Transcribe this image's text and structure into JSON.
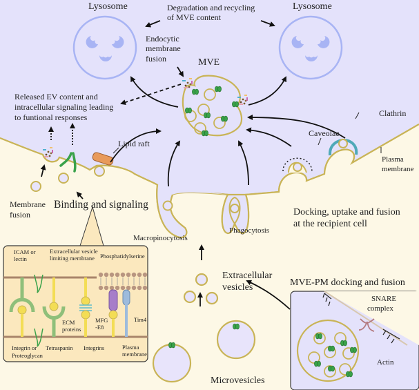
{
  "colors": {
    "cytoplasm": "#e4e2fb",
    "extracellular": "#fdf8e6",
    "membrane": "#c9b457",
    "lysosome": "#a8b4f4",
    "vesicle_fill": "#e8e4fb",
    "protein_green": "#3aa24a",
    "inset_bg": "#fbe8be",
    "lipid_raft": "#e89a5a",
    "clathrin": "#4fa9b8",
    "mfg_e8": "#a77ec9",
    "tim4": "#9dbbdc",
    "integrin_yellow": "#f3dd55",
    "icam_green": "#8fbf7a",
    "arrow": "#111111"
  },
  "labels": {
    "lysosome_left": "Lysosome",
    "lysosome_right": "Lysosome",
    "degradation_line1": "Degradation and recycling",
    "degradation_line2": "of MVE content",
    "endocytic_line1": "Endocytic",
    "endocytic_line2": "membrane",
    "endocytic_line3": "fusion",
    "mve": "MVE",
    "released_line1": "Released EV content and",
    "released_line2": "intracellular signaling leading",
    "released_line3": "to funtional responses",
    "clathrin": "Clathrin",
    "caveolae": "Caveolae",
    "plasma_membrane_line1": "Plasma",
    "plasma_membrane_line2": "membrane",
    "lipid_raft": "Lipid raft",
    "membrane_fusion_line1": "Membrane",
    "membrane_fusion_line2": "fusion",
    "binding_signaling": "Binding and signaling",
    "macropinocytosis": "Macropinocytosis",
    "phagocytosis": "Phagocytosis",
    "docking_line1": "Docking, uptake and fusion",
    "docking_line2": "at the recipient cell",
    "extracellular_vesicles_line1": "Extracellular",
    "extracellular_vesicles_line2": "vesicles",
    "microvesicles": "Microvesicles",
    "mve_pm_title": "MVE-PM docking and fusion",
    "snare_line1": "SNARE",
    "snare_line2": "complex",
    "actin": "Actin"
  },
  "inset": {
    "icam_line1": "ICAM or",
    "icam_line2": "lectin",
    "ev_membrane_line1": "Extracellular vesicle",
    "ev_membrane_line2": "limiting membrane",
    "phosphatidylserine": "Phosphatidylserine",
    "ecm_line1": "ECM",
    "ecm_line2": "proteins",
    "mfg_line1": "MFG",
    "mfg_line2": "-E8",
    "tim4": "Tim4",
    "integrin_line1": "Integrin or",
    "integrin_line2": "Proteoglycan",
    "tetraspanin": "Tetraspanin",
    "integrins": "Integrins",
    "plasma_line1": "Plasma",
    "plasma_line2": "membrane"
  }
}
